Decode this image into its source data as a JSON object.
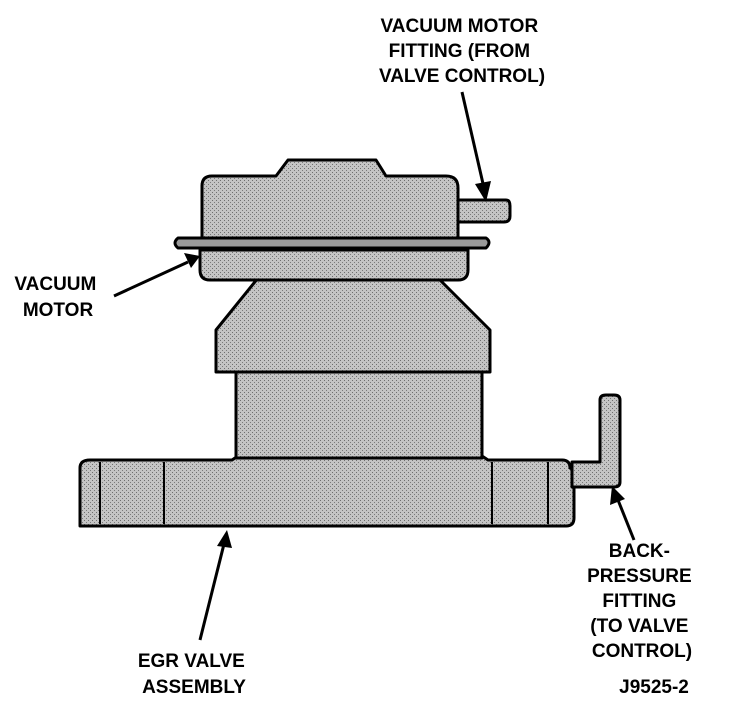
{
  "figure_id": "J9525-2",
  "callouts": {
    "vacuum_motor_fitting": [
      "VACUUM MOTOR",
      "FITTING (FROM",
      "VALVE CONTROL)"
    ],
    "vacuum_motor": [
      "VACUUM",
      "MOTOR"
    ],
    "back_pressure_fitting": [
      "BACK-",
      "PRESSURE",
      "FITTING",
      "(TO VALVE",
      "CONTROL)"
    ],
    "egr_valve_assembly": [
      "EGR VALVE",
      "ASSEMBLY"
    ]
  },
  "colors": {
    "part_fill": "#bdbdbd",
    "outline": "#000000",
    "background": "#ffffff"
  }
}
